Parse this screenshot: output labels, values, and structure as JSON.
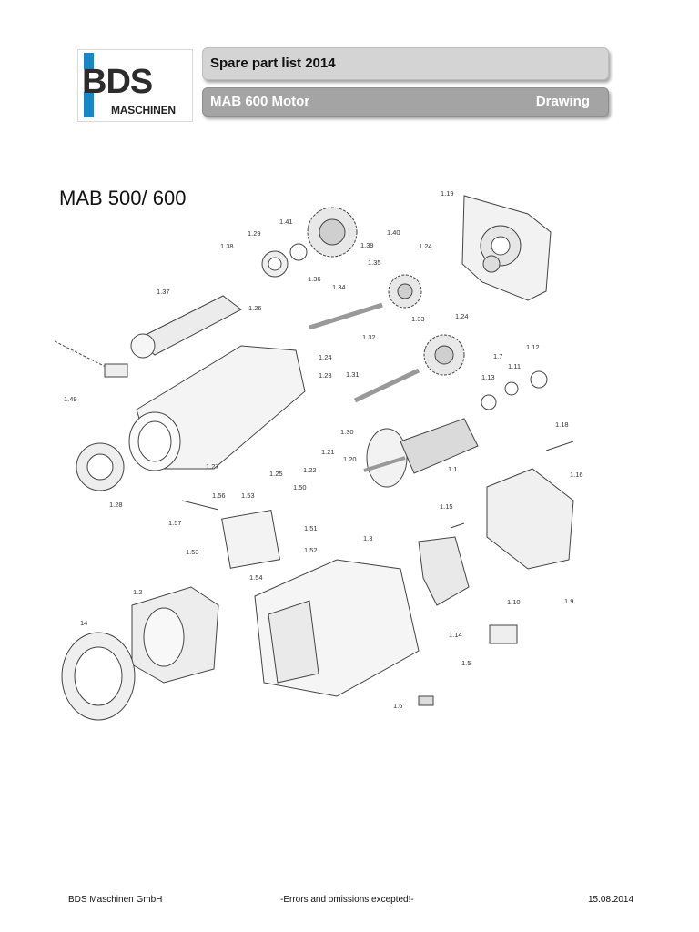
{
  "header": {
    "logo_text": "BDS",
    "logo_subtext": "MASCHINEN",
    "title": "Spare part list 2014",
    "subtitle": "MAB 600 Motor",
    "section": "Drawing"
  },
  "drawing": {
    "title": "MAB 500/ 600",
    "part_labels": [
      "1.19",
      "1.40",
      "1.41",
      "1.29",
      "1.38",
      "1.39",
      "1.24",
      "1.35",
      "1.37",
      "1.36",
      "1.34",
      "1.26",
      "1.24",
      "1.33",
      "1.32",
      "1.24",
      "1.49",
      "1.23",
      "1.31",
      "1.13",
      "1.7",
      "1.11",
      "1.12",
      "1.30",
      "1.27",
      "1.25",
      "1.21",
      "1.22",
      "1.20",
      "1.50",
      "1.1",
      "1.18",
      "1.16",
      "1.28",
      "1.56",
      "1.53",
      "1.57",
      "1.51",
      "1.52",
      "1.53",
      "1.54",
      "1.15",
      "1.3",
      "1.2",
      "14",
      "1.14",
      "1.10",
      "1.9",
      "1.5",
      "1.6"
    ]
  },
  "footer": {
    "company": "BDS Maschinen GmbH",
    "note": "-Errors and omissions excepted!-",
    "date": "15.08.2014"
  }
}
